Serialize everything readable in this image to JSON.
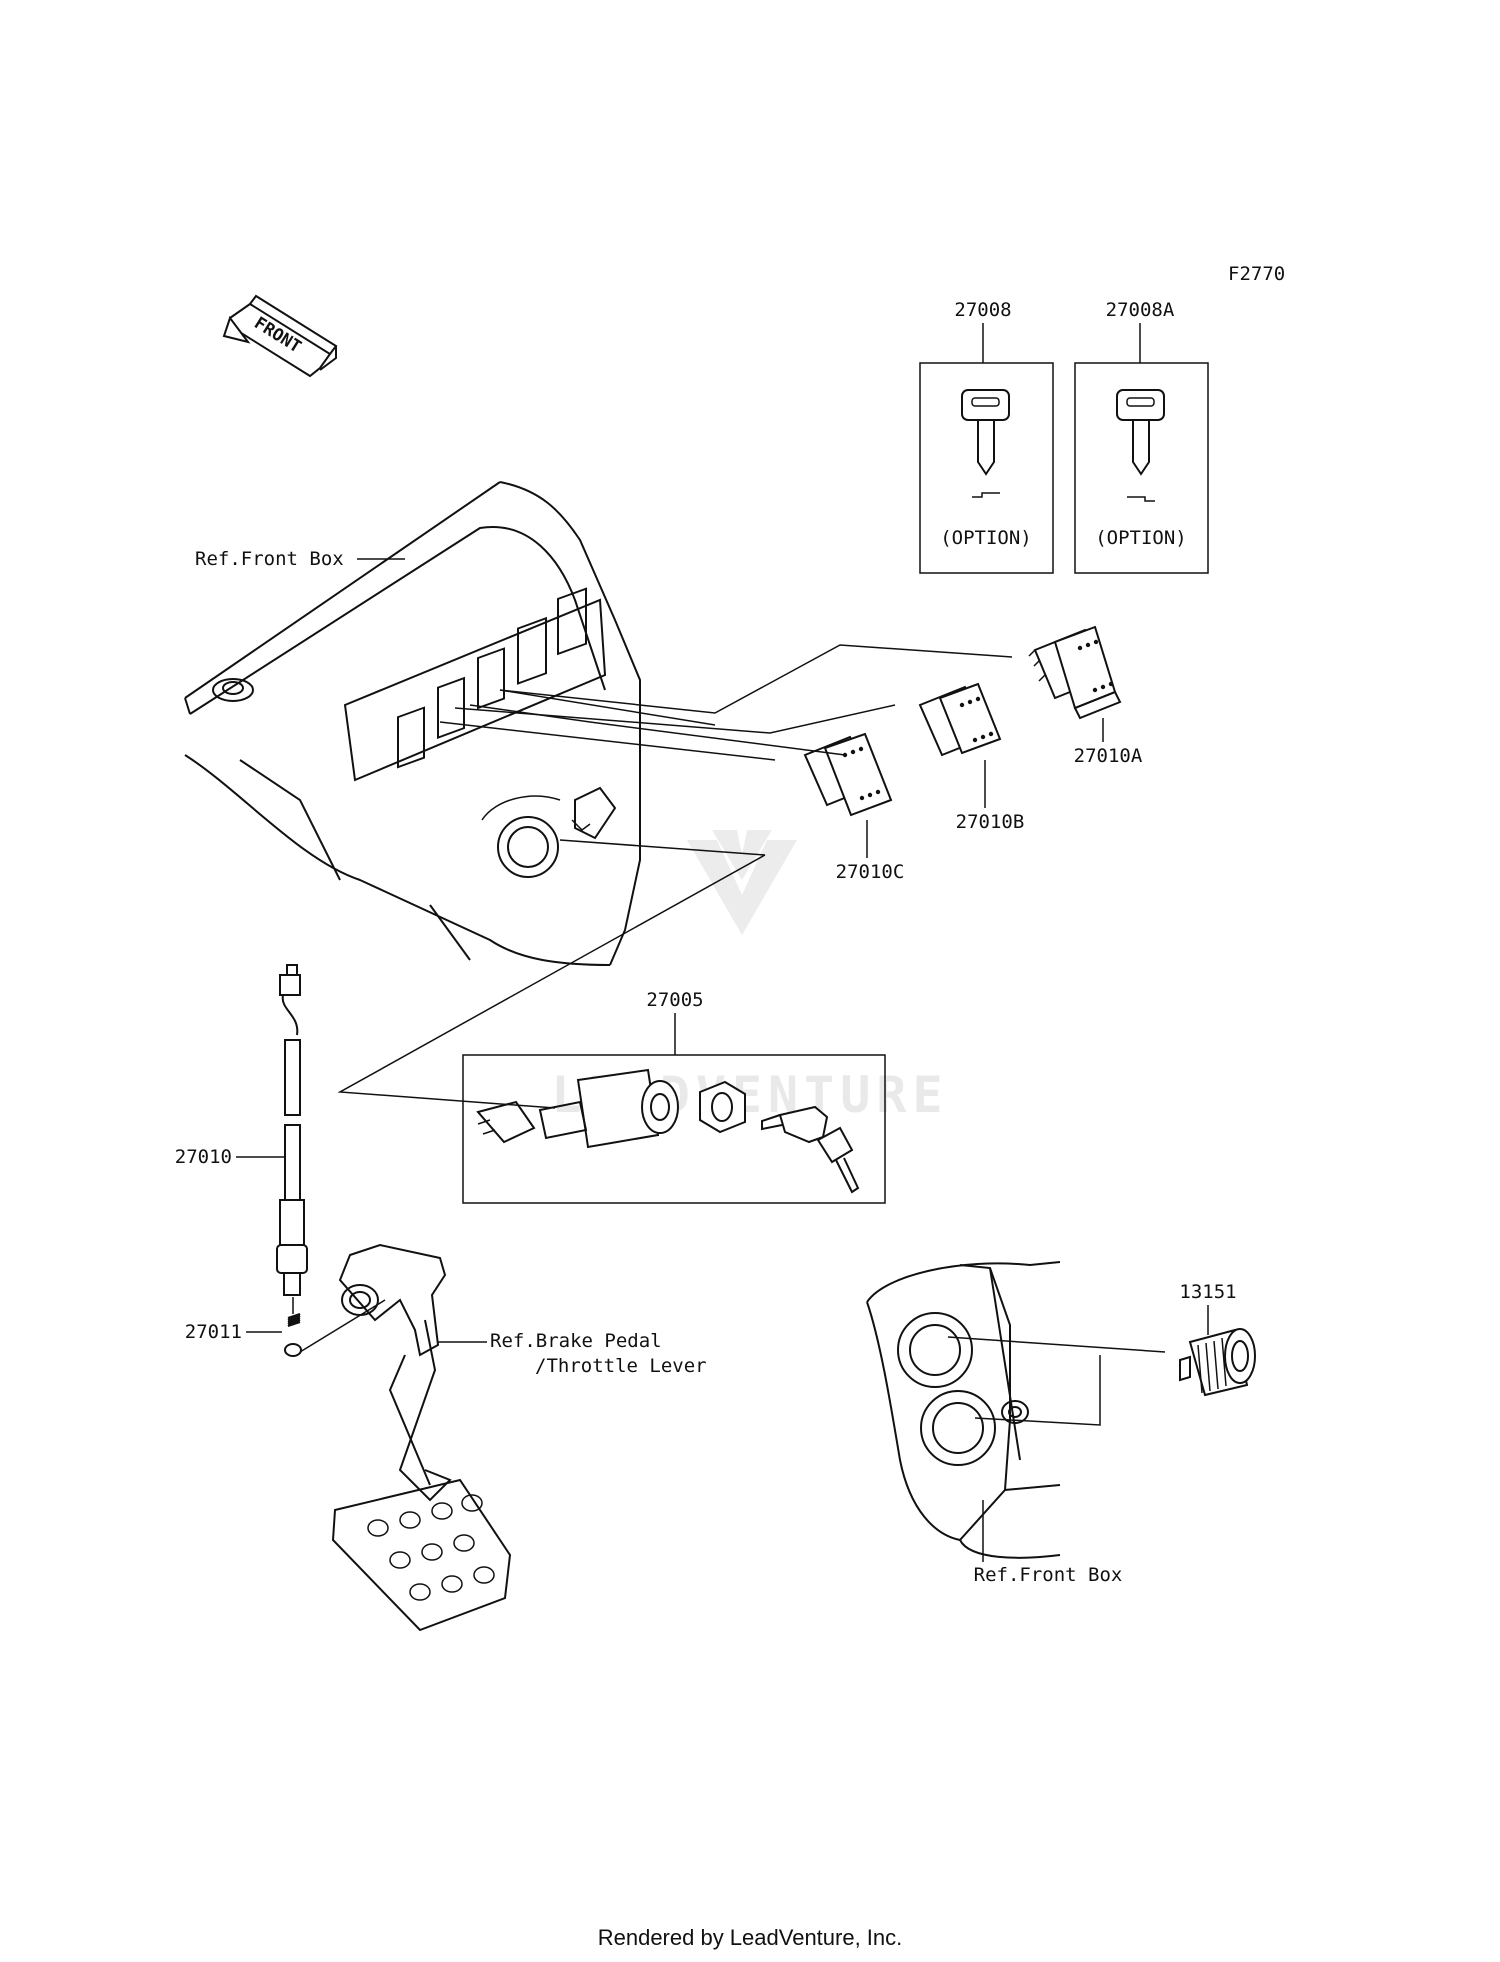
{
  "figure_id": "F2770",
  "front_arrow_label": "FRONT",
  "watermark": "LEADVENTURE",
  "footer": "Rendered by LeadVenture, Inc.",
  "parts": {
    "p27008": "27008",
    "p27008A": "27008A",
    "p27010A": "27010A",
    "p27010B": "27010B",
    "p27010C": "27010C",
    "p27005": "27005",
    "p27010": "27010",
    "p27011": "27011",
    "p13151": "13151"
  },
  "option_label": "(OPTION)",
  "refs": {
    "front_box_top": "Ref.Front Box",
    "brake_pedal_line1": "Ref.Brake Pedal",
    "brake_pedal_line2": "/Throttle Lever",
    "front_box_bottom": "Ref.Front Box"
  }
}
